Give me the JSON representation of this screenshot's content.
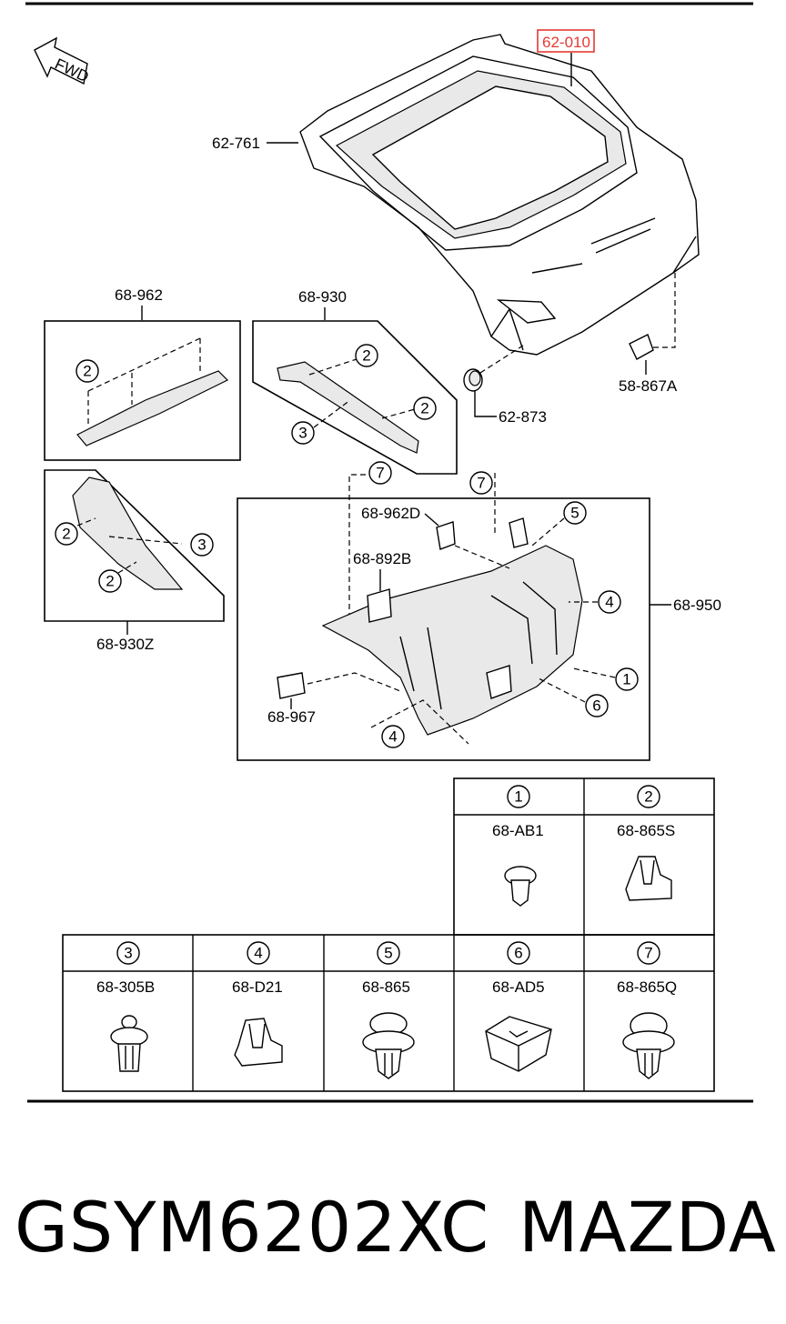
{
  "direction_label": "FWD",
  "labels": {
    "liftgate": "62-010",
    "weatherstrip": "62-761",
    "upper_trim_inner": "68-962",
    "side_trim": "68-930",
    "stopper": "62-873",
    "bracket": "58-867A",
    "side_trim_lh": "68-930Z",
    "lower_trim": "68-950",
    "trim_clip_d": "68-962D",
    "trim_clip_b": "68-892B",
    "grip": "68-967"
  },
  "callout_numbers": [
    "1",
    "2",
    "3",
    "4",
    "5",
    "6",
    "7"
  ],
  "fastener_table": [
    {
      "num": "1",
      "part": "68-AB1"
    },
    {
      "num": "2",
      "part": "68-865S"
    },
    {
      "num": "3",
      "part": "68-305B"
    },
    {
      "num": "4",
      "part": "68-D21"
    },
    {
      "num": "5",
      "part": "68-865"
    },
    {
      "num": "6",
      "part": "68-AD5"
    },
    {
      "num": "7",
      "part": "68-865Q"
    }
  ],
  "highlight_color": "#e53935",
  "footer": {
    "part_number": "GSYM6202XC",
    "brand": "MAZDA"
  }
}
